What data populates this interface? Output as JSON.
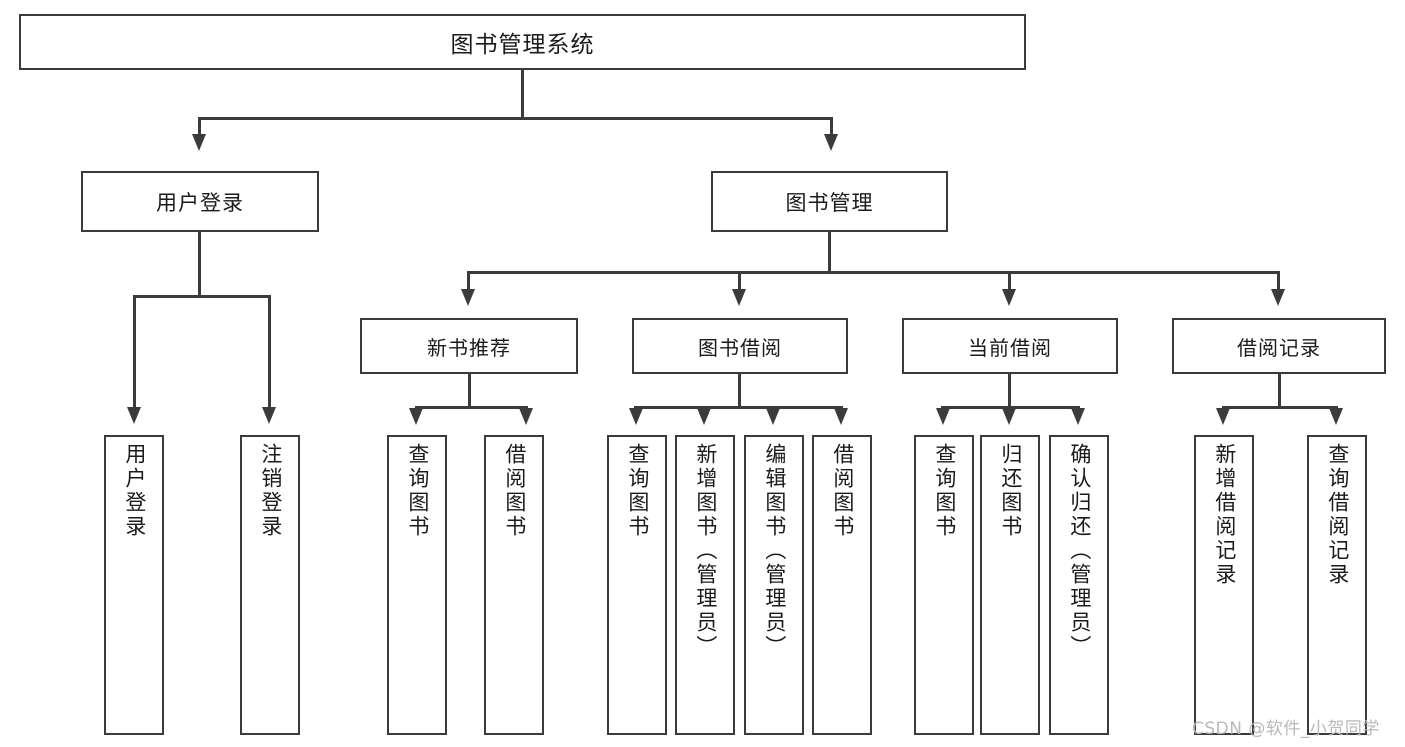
{
  "diagram": {
    "title_node": {
      "label": "图书管理系统"
    },
    "level2": [
      {
        "id": "user-login",
        "label": "用户登录"
      },
      {
        "id": "book-management",
        "label": "图书管理"
      }
    ],
    "level3": [
      {
        "id": "new-book-recommend",
        "label": "新书推荐"
      },
      {
        "id": "book-borrow",
        "label": "图书借阅"
      },
      {
        "id": "current-borrow",
        "label": "当前借阅"
      },
      {
        "id": "borrow-record",
        "label": "借阅记录"
      }
    ],
    "leaves": {
      "user_login": [
        {
          "id": "leaf-user-login",
          "label": "用户登录"
        },
        {
          "id": "leaf-logout-login",
          "label": "注销登录"
        }
      ],
      "new_book_recommend": [
        {
          "id": "leaf-query-book-1",
          "label": "查询图书"
        },
        {
          "id": "leaf-borrow-book-1",
          "label": "借阅图书"
        }
      ],
      "book_borrow": [
        {
          "id": "leaf-query-book-2",
          "label": "查询图书"
        },
        {
          "id": "leaf-add-book",
          "label": "新增图书（管理员）"
        },
        {
          "id": "leaf-edit-book",
          "label": "编辑图书（管理员）"
        },
        {
          "id": "leaf-borrow-book-2",
          "label": "借阅图书"
        }
      ],
      "current_borrow": [
        {
          "id": "leaf-query-book-3",
          "label": "查询图书"
        },
        {
          "id": "leaf-return-book",
          "label": "归还图书"
        },
        {
          "id": "leaf-confirm-return",
          "label": "确认归还（管理员）"
        }
      ],
      "borrow_record": [
        {
          "id": "leaf-add-record",
          "label": "新增借阅记录"
        },
        {
          "id": "leaf-query-record",
          "label": "查询借阅记录"
        }
      ]
    }
  },
  "watermark": {
    "text": "CSDN @软件_小贺同学"
  },
  "colors": {
    "stroke": "#3b3b3b",
    "fill": "#ffffff",
    "text": "#1b1b1b",
    "watermark": "#b9b9b9"
  }
}
